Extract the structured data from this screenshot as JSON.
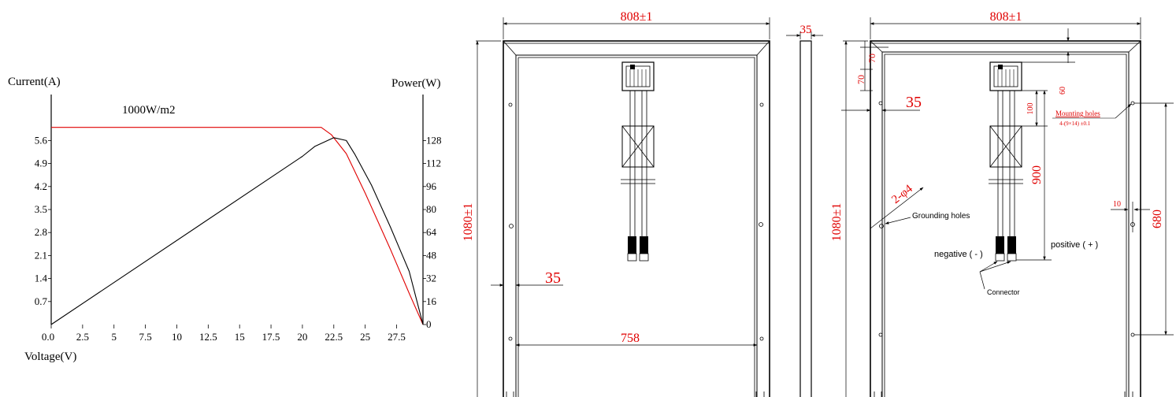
{
  "chart_data": {
    "type": "line",
    "xlabel": "Voltage(V)",
    "ylabel_left": "Current(A)",
    "ylabel_right": "Power(W)",
    "annotation": "1000W/m2",
    "x_ticks": [
      "0.0",
      "2.5",
      "5",
      "7.5",
      "10",
      "12.5",
      "15",
      "17.5",
      "20",
      "22.5",
      "25",
      "27.5"
    ],
    "y_left_ticks": [
      "5.6",
      "4.9",
      "4.2",
      "3.5",
      "2.8",
      "2.1",
      "1.4",
      "0.7"
    ],
    "y_right_ticks": [
      "128",
      "112",
      "96",
      "80",
      "64",
      "48",
      "32",
      "16",
      "0"
    ],
    "xlim": [
      0,
      29.6
    ],
    "ylim_left": [
      0,
      7.0
    ],
    "ylim_right": [
      0,
      160
    ],
    "series": [
      {
        "axis": "left",
        "color": "#e00000",
        "points": [
          [
            0,
            6.0
          ],
          [
            21.5,
            6.0
          ],
          [
            22.3,
            5.78
          ],
          [
            23.5,
            5.2
          ],
          [
            25.0,
            4.0
          ],
          [
            27.0,
            2.3
          ],
          [
            28.5,
            0.95
          ],
          [
            29.6,
            0
          ]
        ]
      },
      {
        "axis": "right",
        "color": "#000000",
        "points": [
          [
            0,
            0
          ],
          [
            20.0,
            117
          ],
          [
            21.0,
            124
          ],
          [
            22.5,
            130
          ],
          [
            23.5,
            128
          ],
          [
            24.2,
            118
          ],
          [
            25.5,
            97
          ],
          [
            27.0,
            68
          ],
          [
            28.5,
            37
          ],
          [
            29.6,
            0
          ]
        ]
      }
    ]
  },
  "drawing_front": {
    "width_label": "808±1",
    "height_label": "1080±1",
    "frame_label": "35",
    "inner_label": "758"
  },
  "drawing_side": {
    "thickness_label": "35"
  },
  "drawing_back": {
    "width_label": "808±1",
    "height_label": "1080±1",
    "frame_label": "35",
    "dim_70a": "70",
    "dim_70b": "70",
    "dim_60": "60",
    "dim_100": "100",
    "dim_900": "900",
    "dim_680": "680",
    "dim_10": "10",
    "mounting_title": "Mounting holes",
    "mounting_spec": "4-(9×14) ±0.1",
    "grounding_dia": "2-φ4",
    "grounding_label": "Grounding holes",
    "positive_label": "positive ( + )",
    "negative_label": "negative (  - )",
    "connector_label": "Connector"
  }
}
